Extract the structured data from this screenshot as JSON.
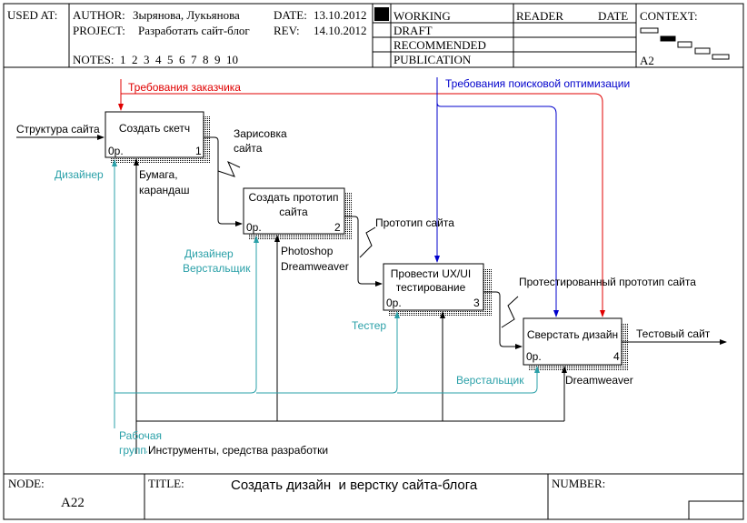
{
  "header": {
    "used_at": "USED AT:",
    "author_label": "AUTHOR:",
    "author": "Зырянова, Лукьянова",
    "project_label": "PROJECT:",
    "project": "Разработать сайт-блог",
    "date_label": "DATE:",
    "date": "13.10.2012",
    "rev_label": "REV:",
    "rev": "14.10.2012",
    "notes": "NOTES:  1  2  3  4  5  6  7  8  9  10",
    "status": [
      "WORKING",
      "DRAFT",
      "RECOMMENDED",
      "PUBLICATION"
    ],
    "reader": "READER",
    "date2": "DATE",
    "context": "CONTEXT:",
    "context_node": "A2"
  },
  "boxes": [
    {
      "title": "Создать скетч",
      "cost": "0р.",
      "num": "1"
    },
    {
      "title1": "Создать прототип",
      "title2": "сайта",
      "cost": "0р.",
      "num": "2"
    },
    {
      "title1": "Провести UX/UI",
      "title2": "тестирование",
      "cost": "0р.",
      "num": "3"
    },
    {
      "title": "Сверстать дизайн",
      "cost": "0р.",
      "num": "4"
    }
  ],
  "labels": {
    "ctrl_customer": "Требования заказчика",
    "ctrl_seo": "Требования поисковой оптимизации",
    "input_structure": "Структура сайта",
    "sketch1": "Зарисовка",
    "sketch2": "сайта",
    "prototype": "Прототип сайта",
    "tested_prototype": "Протестированный прототип сайта",
    "test_site": "Тестовый сайт",
    "designer": "Дизайнер",
    "paper1": "Бумага,",
    "paper2": "карандаш",
    "designer2": "Дизайнер",
    "coder": "Верстальщик",
    "photoshop": "Photoshop",
    "dreamweaver": "Dreamweaver",
    "tester": "Тестер",
    "coder2": "Верстальщик",
    "dreamweaver2": "Dreamweaver",
    "workgroup1": "Рабочая",
    "workgroup2": "группа",
    "tools": "Инструменты, средства разработки"
  },
  "footer": {
    "node_label": "NODE:",
    "node": "A22",
    "title_label": "TITLE:",
    "title": "Создать дизайн  и верстку сайта-блога",
    "number_label": "NUMBER:"
  },
  "colors": {
    "control_red": "#e00000",
    "control_blue": "#0000cc",
    "mechanism_teal": "#2aa0a8",
    "black": "#000000"
  }
}
